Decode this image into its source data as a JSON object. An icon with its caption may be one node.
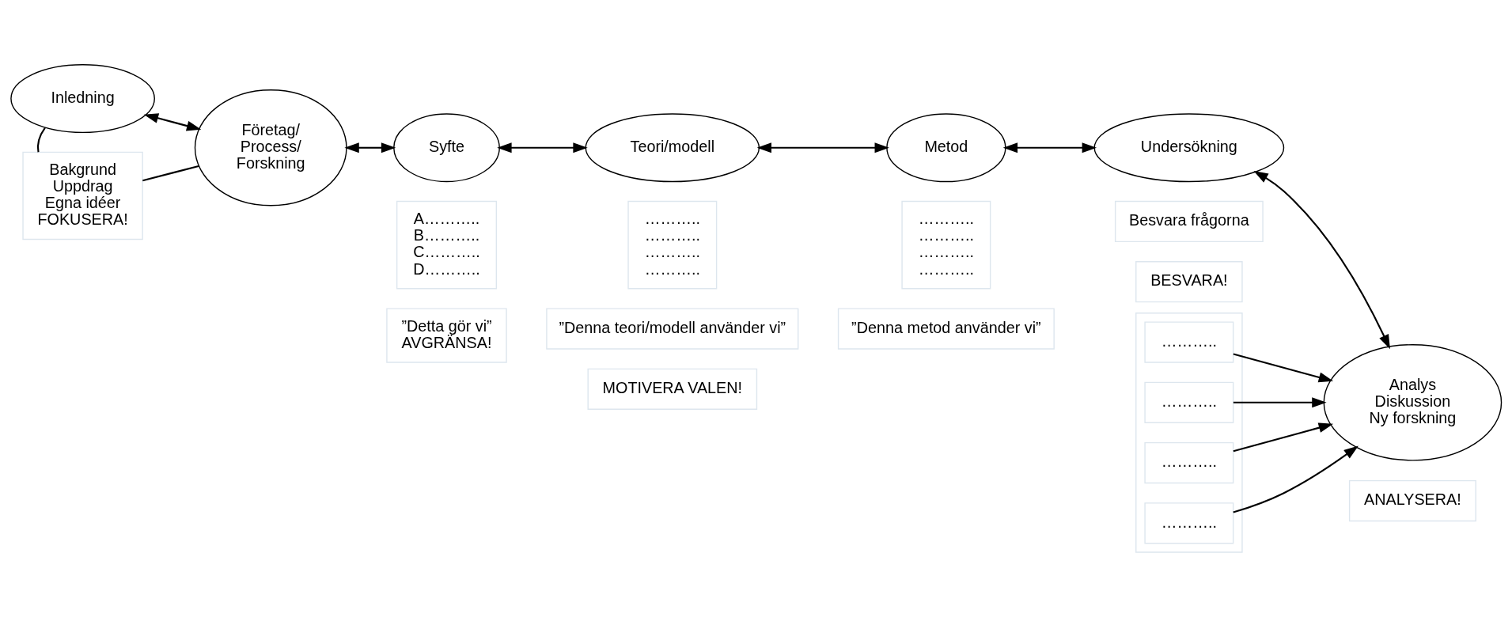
{
  "diagram": {
    "nodes": [
      {
        "text": [
          "Inledning"
        ]
      },
      {
        "text": [
          "Företag/ Process/ Forskning"
        ]
      },
      {
        "text": [
          "Syfte"
        ]
      },
      {
        "text": [
          "Teori/modell"
        ]
      },
      {
        "text": [
          "Metod"
        ]
      },
      {
        "text": [
          "Undersökning"
        ]
      },
      {
        "text": [
          "Analys",
          "Diskussion",
          "Ny forskning"
        ]
      },
      {
        "text": [
          "Bakgrund",
          "Uppdrag",
          "Egna idéer",
          "FOKUSERA!"
        ]
      },
      {
        "text": [
          "A………..",
          "B………..",
          "C………..",
          "D……….."
        ]
      },
      {
        "text": [
          "………..",
          "………..",
          "………..",
          "……….."
        ]
      },
      {
        "text": [
          "………..",
          "………..",
          "………..",
          "……….."
        ]
      },
      {
        "text": [],
        "shape": "box"
      },
      {
        "text": [
          "……….."
        ],
        "in": 11
      },
      {
        "text": [
          "……….."
        ],
        "in": 11
      },
      {
        "text": [
          "……….."
        ],
        "in": 11
      },
      {
        "text": [
          "……….."
        ],
        "in": 11
      },
      {
        "text": [
          "”Detta gör vi”",
          "AVGRÄNSA!"
        ]
      },
      {
        "text": [
          "”Denna teori/modell använder vi”"
        ]
      },
      {
        "text": [
          "”Denna metod använder vi”"
        ]
      },
      {
        "text": [
          "MOTIVERA VALEN!"
        ]
      },
      {
        "text": [
          "Besvara frågorna"
        ]
      },
      {
        "text": [
          "BESVARA!"
        ]
      },
      {
        "text": [
          "ANALYSERA!"
        ]
      }
    ],
    "edges": [
      {
        "from": 0,
        "to": 1,
        "arrow": "both"
      },
      {
        "from": 1,
        "to": 2,
        "arrow": "both"
      },
      {
        "from": 2,
        "to": 3,
        "arrow": "both"
      },
      {
        "from": 3,
        "to": 4,
        "arrow": "both"
      },
      {
        "from": 4,
        "to": 5,
        "arrow": "both"
      },
      {
        "from": 5,
        "to": 6,
        "arrow": "both"
      },
      {
        "from": 0,
        "to": 7,
        "arrow": "none"
      },
      {
        "from": 1,
        "to": 7,
        "arrow": "none"
      },
      {
        "from": 12,
        "to": 6,
        "arrow": "to"
      },
      {
        "from": 13,
        "to": 6,
        "arrow": "to"
      },
      {
        "from": 14,
        "to": 6,
        "arrow": "to"
      },
      {
        "from": 15,
        "to": 6,
        "arrow": "to"
      }
    ]
  }
}
